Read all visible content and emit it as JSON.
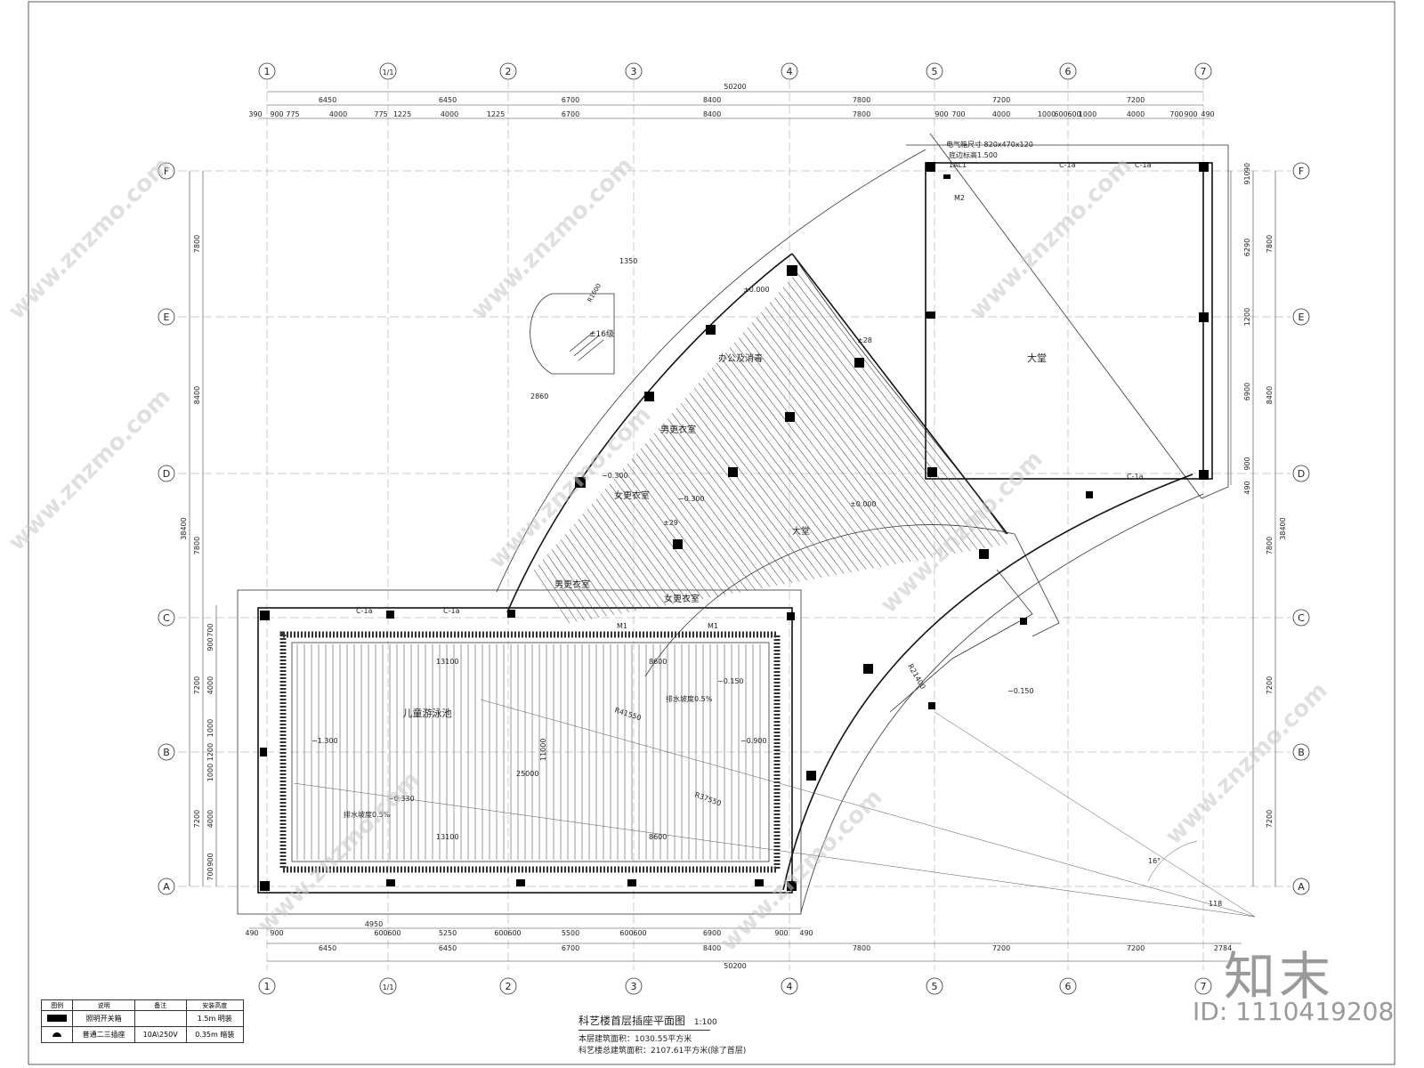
{
  "axes_top": [
    "1",
    "1/1",
    "2",
    "3",
    "4",
    "5",
    "6",
    "7"
  ],
  "axes_side": [
    "F",
    "E",
    "D",
    "C",
    "B",
    "A"
  ],
  "dim_top_total": "50200",
  "dim_top_row1": [
    "6450",
    "6450",
    "6700",
    "8400",
    "7800",
    "7200",
    "7200"
  ],
  "dim_top_row2": [
    "390",
    "900",
    "775",
    "4000",
    "775",
    "1225",
    "4000",
    "1225",
    "6700",
    "8400",
    "7800",
    "900",
    "700",
    "4000",
    "1000",
    "600",
    "600",
    "1000",
    "4000",
    "700",
    "900",
    "490"
  ],
  "dim_bottom_row1": [
    "490",
    "900",
    "4950",
    "600",
    "600",
    "5250",
    "600",
    "600",
    "5500",
    "600",
    "600",
    "6900",
    "900",
    "490"
  ],
  "dim_bottom_row2": [
    "6450",
    "6450",
    "6700",
    "8400",
    "7800",
    "7200",
    "7200",
    "2784"
  ],
  "dim_bottom_total": "50200",
  "dim_left_total": "38400",
  "dim_left": [
    "7800",
    "8400",
    "7800",
    "7200",
    "7200"
  ],
  "dim_left_inner": [
    "700",
    "900",
    "4000",
    "1000",
    "1200",
    "1000",
    "4000",
    "900",
    "700"
  ],
  "dim_right_total": "38400",
  "dim_right": [
    "7800",
    "8400",
    "7800",
    "7200",
    "7200"
  ],
  "dim_right_inner": [
    "910",
    "90",
    "6290",
    "1200",
    "6900",
    "900",
    "490"
  ],
  "room_labels": {
    "lobby_right": "大堂",
    "office": "办公及消毒",
    "male_change_1": "男更衣室",
    "female_change_1": "女更衣室",
    "lobby_mid": "大堂",
    "male_change_2": "男更衣室",
    "female_change_2": "女更衣室",
    "pool": "儿童游泳池"
  },
  "plan_labels": {
    "panel": "电气箱尺寸 820x470x120",
    "panel_tag": "1AL1",
    "panel_height": "底边标高1.500",
    "stair_steps": "±16级",
    "elev_zero": "±0.000",
    "elev_m03": "−0.300",
    "elev_m015": "−0.150",
    "elev_m13": "−1.300",
    "elev_m09": "−0.900",
    "elev_m033": "−0.330",
    "slope": "排水坡度0.5%",
    "pool_len": "25000",
    "pool_w": "11000",
    "pool_seg1": "13100",
    "pool_seg2": "8600",
    "radius1": "R41550",
    "radius2": "R37550",
    "radius3": "R21400",
    "stair_r1": "R1600",
    "stair_w": "1350",
    "stair_d": "2860",
    "angle": "16°",
    "c1a": "C-1a",
    "m1": "M1",
    "m2": "M2",
    "num_28": "±28",
    "num_29": "±29",
    "dim_118": "118"
  },
  "legend": {
    "headers": [
      "图例",
      "说明",
      "备注",
      "安装高度"
    ],
    "rows": [
      {
        "desc": "照明开关箱",
        "note": "",
        "height": "1.5m 明装"
      },
      {
        "desc": "普通二三插座",
        "note": "10A\\250V",
        "height": "0.35m 暗装"
      }
    ]
  },
  "title_block": {
    "title": "科艺楼首层插座平面图",
    "scale": "1:100",
    "area_floor": "本层建筑面积：1030.55平方米",
    "area_total": "科艺楼总建筑面积：2107.61平方米(除了首层)"
  },
  "watermark": {
    "text": "www.znzmo.com",
    "logo": "知末",
    "id": "ID: 1110419208"
  }
}
